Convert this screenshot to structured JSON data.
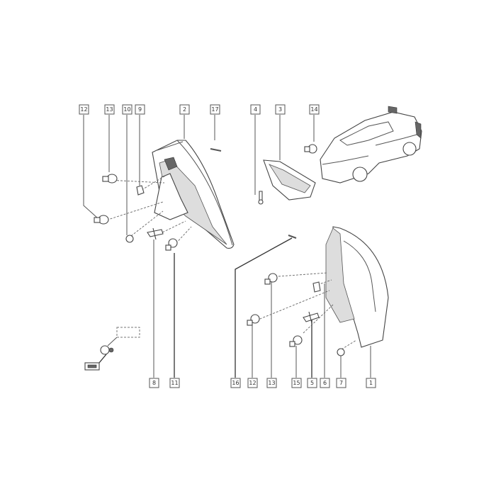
{
  "diagram": {
    "top_callouts": [
      "12",
      "13",
      "10",
      "9",
      "2",
      "17",
      "4",
      "3",
      "14"
    ],
    "bottom_callouts": [
      "8",
      "11",
      "16",
      "12",
      "13",
      "15",
      "5",
      "6",
      "7",
      "1"
    ]
  }
}
